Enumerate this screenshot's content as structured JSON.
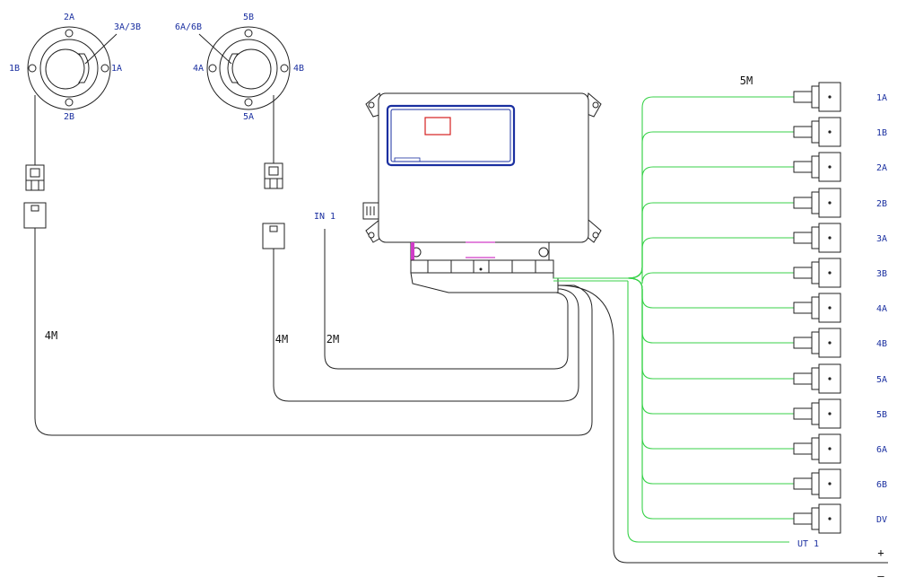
{
  "sensor_left": {
    "top": "2A",
    "bottom": "2B",
    "left": "1B",
    "right": "1A",
    "callout": "3A/3B"
  },
  "sensor_right": {
    "top": "5B",
    "bottom": "5A",
    "left": "4A",
    "right": "4B",
    "callout": "6A/6B"
  },
  "cables": {
    "left_length": "4M",
    "right_length": "4M",
    "input_length": "2M",
    "output_length": "5M"
  },
  "input_label": "IN 1",
  "output_label": "UT 1",
  "outputs": [
    "1A",
    "1B",
    "2A",
    "2B",
    "3A",
    "3B",
    "4A",
    "4B",
    "5A",
    "5B",
    "6A",
    "6B",
    "DV"
  ],
  "power": {
    "plus": "+",
    "minus": "–"
  },
  "colors": {
    "label_blue": "#1a2fa0",
    "wire_green": "#39d24a",
    "window_blue": "#1a2fa0",
    "led_red": "#d42020",
    "connector_magenta": "#d03cc8"
  }
}
